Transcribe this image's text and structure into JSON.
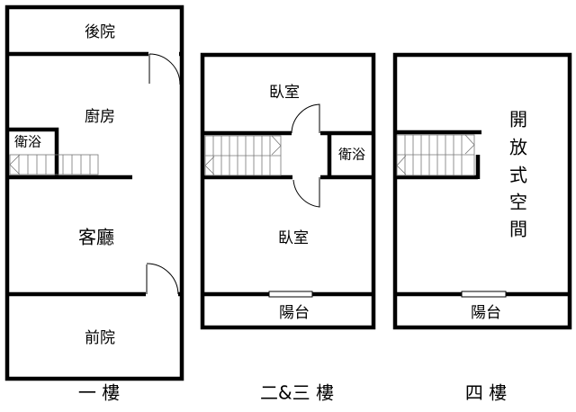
{
  "floor1": {
    "title": "一 樓",
    "rooms": {
      "backyard": "後院",
      "kitchen": "廚房",
      "bathroom": "衛浴",
      "living": "客廳",
      "frontyard": "前院"
    }
  },
  "floor23": {
    "title": "二&三 樓",
    "rooms": {
      "bedroom_top": "臥室",
      "bathroom": "衛浴",
      "bedroom_bottom": "臥室",
      "balcony": "陽台"
    }
  },
  "floor4": {
    "title": "四 樓",
    "rooms": {
      "open_space": [
        "開",
        "放",
        "式",
        "空",
        "間"
      ],
      "balcony": "陽台"
    }
  }
}
